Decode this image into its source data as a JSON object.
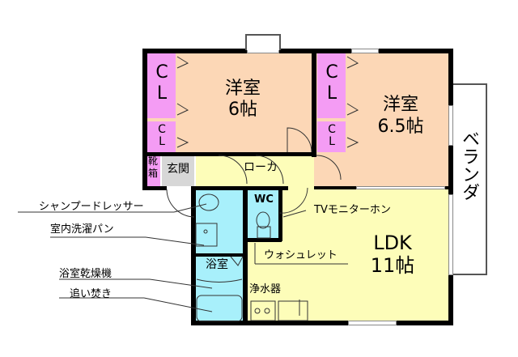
{
  "colors": {
    "western_room": "#fcd7b6",
    "closet": "#f49cf4",
    "ldk_hall": "#fdfdb9",
    "wet_area": "#a8f0fb",
    "entrance": "#d7d7d7",
    "wall": "#000000",
    "veranda": "#ffffff"
  },
  "rooms": {
    "western1": {
      "name": "洋室",
      "size": "6帖"
    },
    "western2": {
      "name": "洋室",
      "size": "6.5帖"
    },
    "ldk": {
      "name": "LDK",
      "size": "11帖"
    },
    "closet_large_1": {
      "line1": "C",
      "line2": "L"
    },
    "closet_small_1": {
      "line1": "C",
      "line2": "L"
    },
    "closet_large_2": {
      "line1": "C",
      "line2": "L"
    },
    "closet_small_2": {
      "line1": "C",
      "line2": "L"
    },
    "shoe_box": {
      "line1": "靴",
      "line2": "箱"
    },
    "entrance": {
      "label": "玄関"
    },
    "hallway": {
      "label": "ローカ"
    },
    "wc": {
      "label": "WC"
    },
    "bathroom": {
      "label": "浴室"
    },
    "veranda": {
      "label": "ベランダ"
    }
  },
  "callouts": {
    "shampoo_dresser": "シャンプードレッサー",
    "washer_pan": "室内洗濯パン",
    "bath_dryer": "浴室乾燥機",
    "reheating": "追い焚き",
    "tv_monitor": "TVモニターホン",
    "washlet": "ウォシュレット",
    "water_purifier": "浄水器"
  }
}
